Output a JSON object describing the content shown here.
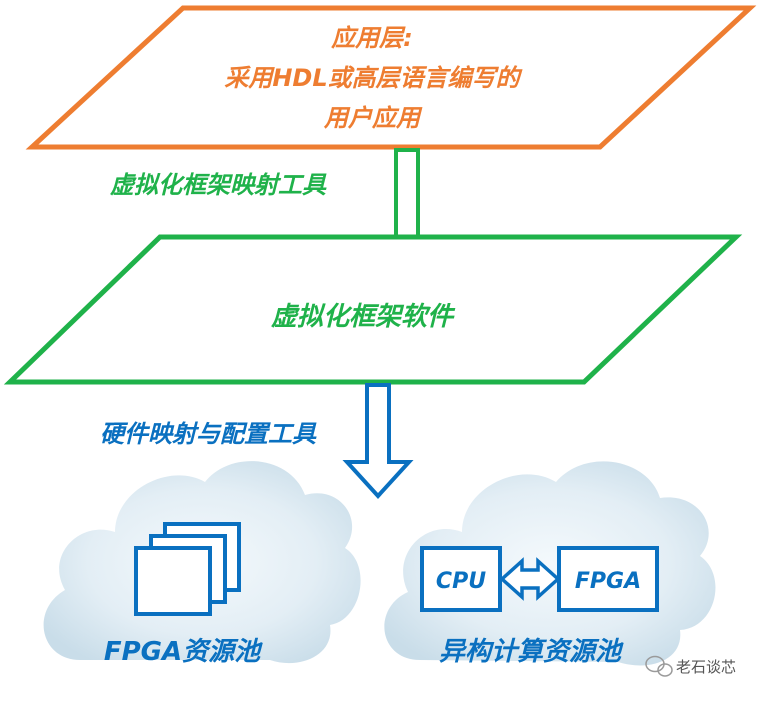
{
  "application_layer": {
    "line1": "应用层:",
    "line2": "采用HDL或高层语言编写的",
    "line3": "用户应用"
  },
  "virtualization_mapping_tool": {
    "label": "虚拟化框架映射工具"
  },
  "virtualization_framework": {
    "label": "虚拟化框架软件"
  },
  "hardware_mapping_tool": {
    "label": "硬件映射与配置工具"
  },
  "fpga_pool": {
    "label": "FPGA资源池"
  },
  "heterogeneous_pool": {
    "label": "异构计算资源池",
    "cpu_label": "CPU",
    "fpga_label": "FPGA"
  },
  "watermark": {
    "text": "老石谈芯"
  },
  "colors": {
    "orange": "#ee7d31",
    "green": "#1fb24a",
    "blue": "#0a70c0",
    "cloud": "#dbe9f1"
  }
}
